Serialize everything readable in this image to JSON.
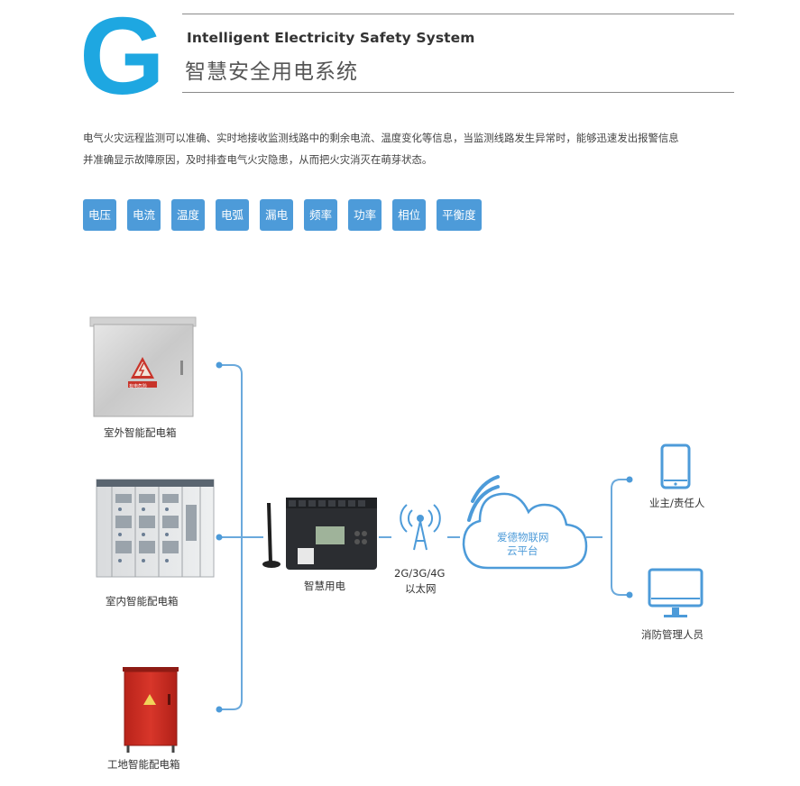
{
  "header": {
    "letter": "G",
    "title_en": "Intelligent Electricity Safety System",
    "title_cn": "智慧安全用电系统"
  },
  "description": {
    "line1": "电气火灾远程监测可以准确、实时地接收监测线路中的剩余电流、温度变化等信息，当监测线路发生异常时，能够迅速发出报警信息",
    "line2": "并准确显示故障原因，及时排查电气火灾隐患，从而把火灾消灭在萌芽状态。"
  },
  "tags": [
    "电压",
    "电流",
    "温度",
    "电弧",
    "漏电",
    "频率",
    "功率",
    "相位",
    "平衡度"
  ],
  "sources": {
    "outdoor": "室外智能配电箱",
    "indoor": "室内智能配电箱",
    "site": "工地智能配电箱",
    "outdoor_sign": "有电危险"
  },
  "device": {
    "label": "智慧用电"
  },
  "network": {
    "line1": "2G/3G/4G",
    "line2": "以太网"
  },
  "cloud": {
    "line1": "爱德物联网",
    "line2": "云平台"
  },
  "endpoints": {
    "owner": "业主/责任人",
    "fire": "消防管理人员"
  },
  "colors": {
    "accent": "#1ea7e1",
    "tag": "#4d9bd9",
    "line": "#6aa9dc"
  }
}
